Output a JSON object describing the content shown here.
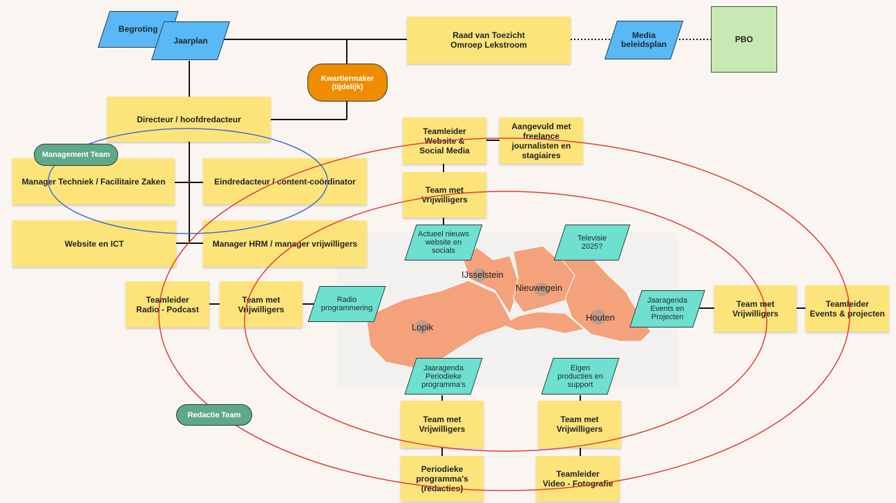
{
  "nodes": {
    "begroting": "Begroting",
    "jaarplan": "Jaarplan",
    "raad": "Raad van Toezicht\nOmroep Lekstroom",
    "media_beleidsplan": "Media\nbeleidsplan",
    "pbo": "PBO",
    "kwartiermaker": "Kwartiermaker\n(tijdelijk)",
    "directeur": "Directeur / hoofdredacteur",
    "management_team": "Management Team",
    "manager_techniek": "Manager Techniek / Facilitaire Zaken",
    "eindredacteur": "Eindredacteur / content-coördinator",
    "website_ict": "Website en ICT",
    "manager_hrm": "Manager HRM / manager vrijwilligers",
    "teamleider_website": "Teamleider\nWebsite &\nSocial Media",
    "aangevuld": "Aangevuld met\nfreelance\njournalisten en\nstagiaires",
    "team_vrijwilligers_top": "Team met\nVrijwilligers",
    "actueel_nieuws": "Actueel nieuws\nwebsite en\nsocials",
    "televisie": "Televisie\n2025?",
    "teamleider_radio": "Teamleider\nRadio - Podcast",
    "team_vrijwilligers_left": "Team met\nVrijwilligers",
    "radio_programmering": "Radio\nprogrammering",
    "jaaragenda_events": "Jaaragenda\nEvents en\nProjecten",
    "team_vrijwilligers_right": "Team met\nVrijwilligers",
    "teamleider_events": "Teamleider\nEvents & projecten",
    "jaaragenda_periodiek": "Jaaragenda\nPeriodieke\nprogramma's",
    "eigen_producties": "Eigen\nproducties en\nsupport",
    "team_vrijwilligers_bottom_left": "Team met\nVrijwilligers",
    "team_vrijwilligers_bottom_right": "Team met\nVrijwilligers",
    "periodieke_programmas": "Periodieke\nprogramma's\n(redacties)",
    "teamleider_video": "Teamleider\nVideo - Fotografie",
    "redactie_team": "Redactie Team"
  },
  "map": {
    "towns": {
      "ijsselstein": "IJsselstein",
      "nieuwegein": "Nieuwegein",
      "lopik": "Lopik",
      "houten": "Houten"
    }
  },
  "colors": {
    "background": "#faf5f1",
    "sticky_yellow": "#fde47a",
    "document_blue": "#59b8f5",
    "document_teal": "#6ee0cf",
    "kwartiermaker_orange": "#f08c00",
    "team_pill_green": "#5fa88a",
    "pbo_green": "#c8e8b4",
    "map_region": "#f4a27c",
    "management_ring": "#3e6fd8",
    "redactie_ring": "#e23a3a"
  }
}
